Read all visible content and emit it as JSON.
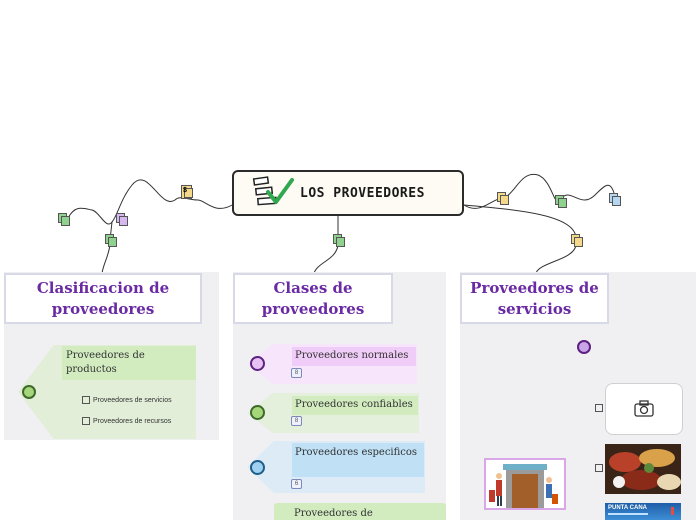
{
  "central": {
    "title": "LOS PROVEEDORES",
    "icon_label": "$"
  },
  "topics": [
    {
      "title": "Clasificacion de proveedores",
      "color": "#6fbf73",
      "items": [
        {
          "label": "Proveedores de productos",
          "children": [
            "Proveedores de servicios",
            "Proveedores de recursos"
          ]
        }
      ]
    },
    {
      "title": "Clases de proveedores",
      "color": "#6fbf73",
      "items": [
        {
          "label": "Proveedores normales",
          "badge": "8",
          "color": "#f2d5f8"
        },
        {
          "label": "Proveedores confiables",
          "badge": "8",
          "color": "#ddefd3"
        },
        {
          "label": "Proveedores especificos",
          "badge": "6",
          "color": "#c7e3f4"
        },
        {
          "label": "Proveedores de",
          "color": "#ddefd3"
        }
      ]
    },
    {
      "title": "Proveedores de servicios",
      "color": "#f2c46b",
      "images": [
        {
          "name": "camera-placeholder"
        },
        {
          "name": "food-photo"
        },
        {
          "name": "punta-cana-banner",
          "text": "PUNTA CANA"
        }
      ]
    }
  ],
  "colors": {
    "purple": "#6a2aa3",
    "green": "#6fbf73",
    "orange": "#f2c46b",
    "blue": "#9fc8e8",
    "lilac": "#c9a5e8"
  }
}
